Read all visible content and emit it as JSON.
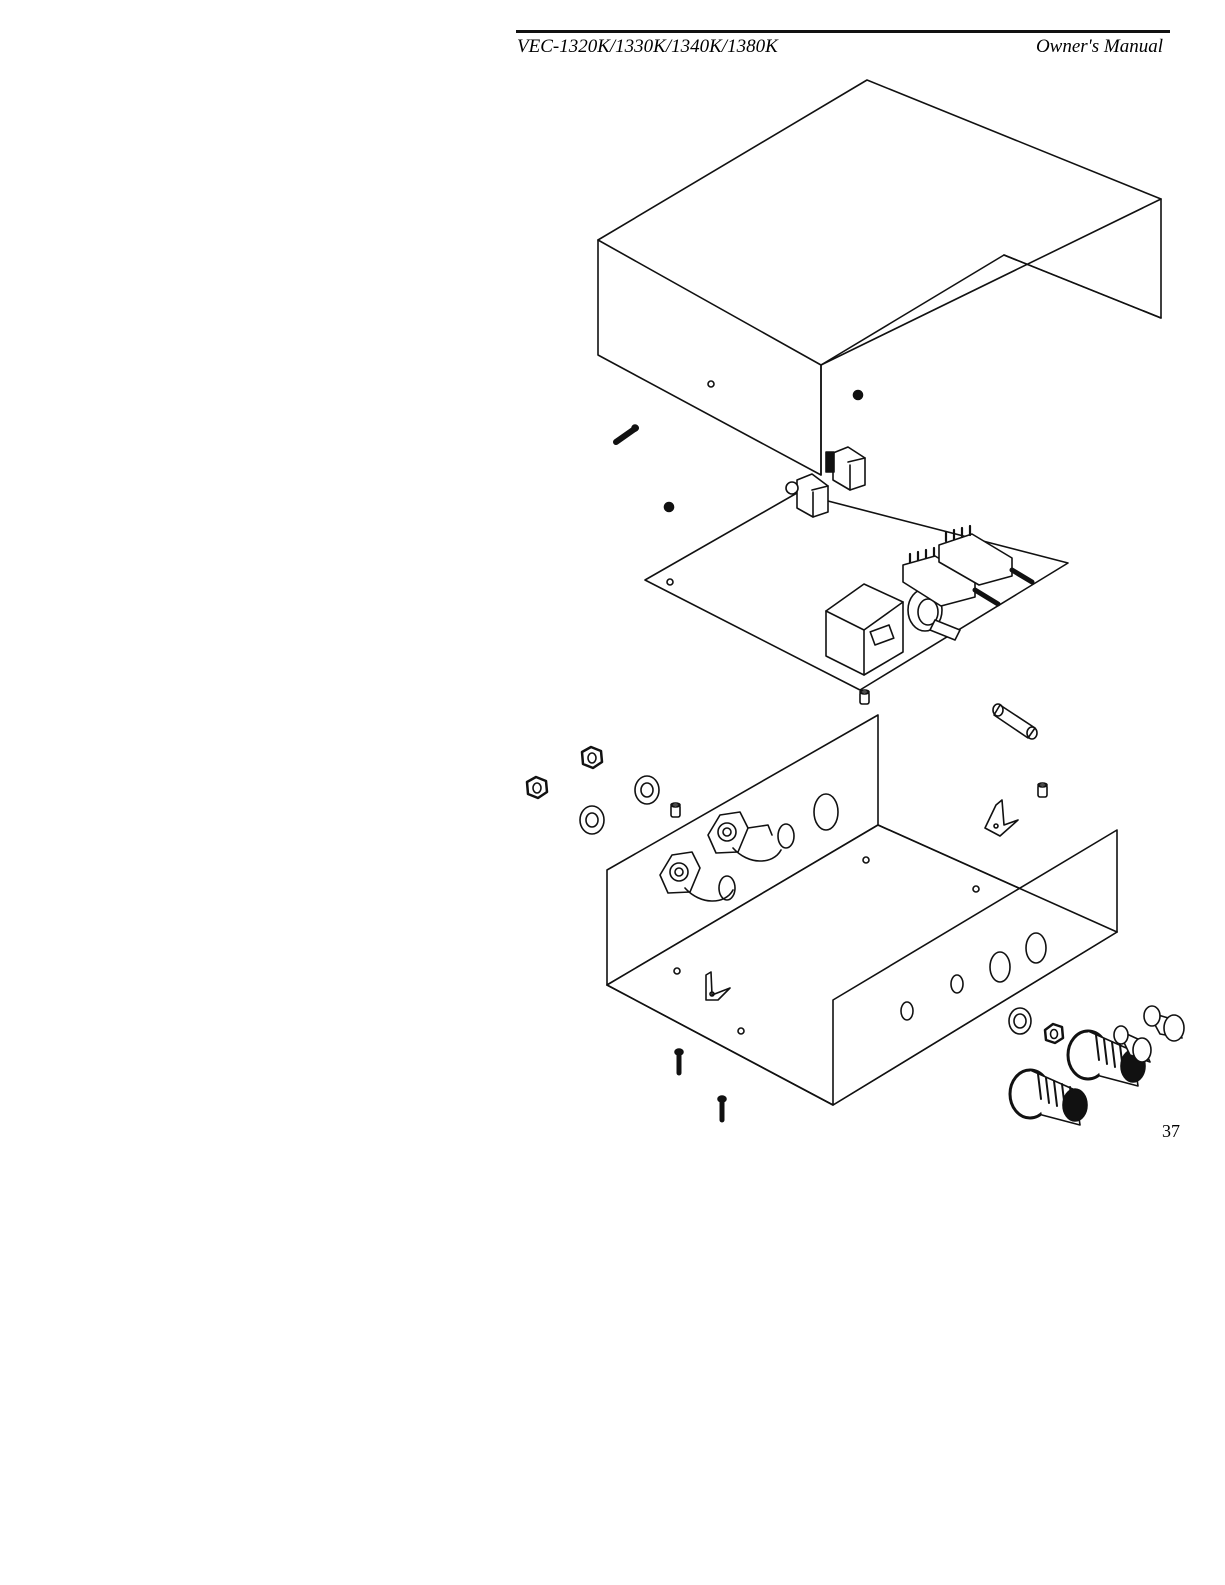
{
  "header": {
    "model": "VEC-1320K/1330K/1340K/1380K",
    "title": "Owner's Manual"
  },
  "page_number": "37"
}
